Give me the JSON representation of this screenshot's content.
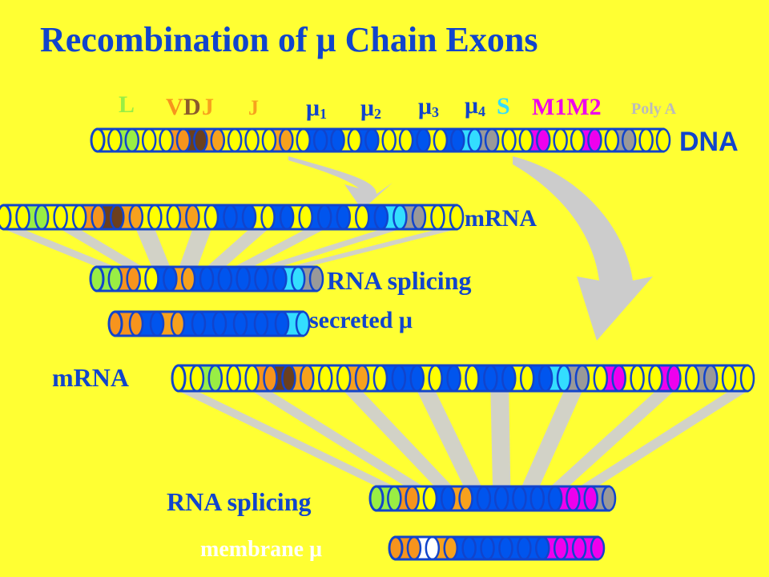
{
  "title": "Recombination of μ Chain Exons",
  "segment_labels": {
    "L": "L",
    "V": "V",
    "D": "D",
    "J": "J",
    "J2": "J",
    "mu": "μ",
    "mu1_sub": "1",
    "mu2_sub": "2",
    "mu3_sub": "3",
    "mu4_sub": "4",
    "S": "S",
    "M1M2": "M1M2",
    "polyA": "Poly A"
  },
  "row_labels": {
    "dna": "DNA",
    "mrna_top": "mRNA",
    "rna_splicing_top": "RNA splicing",
    "secreted": "secreted μ",
    "mrna_bottom": "mRNA",
    "rna_splicing_bottom": "RNA splicing",
    "membrane": "membrane μ"
  },
  "colors": {
    "background": "#FFFF33",
    "tube_fill": "#FFFF00",
    "outline": "#1144CC",
    "leader": "#99EE44",
    "variable": "#F7941D",
    "diversity": "#6B3F1E",
    "joining": "#F7A11D",
    "constant_mu": "#0055EE",
    "switch": "#33DDFF",
    "gray_exon": "#999999",
    "membrane_exon": "#EE00EE",
    "arrow": "#CCCCCC"
  },
  "rows": {
    "dna": [
      "yellow",
      "leader",
      "yellow",
      "yellow",
      "variable",
      "diversity",
      "joining",
      "yellow",
      "yellow",
      "yellow",
      "joining",
      "yellow",
      "constant_mu",
      "constant_mu",
      "yellow",
      "constant_mu",
      "yellow",
      "yellow",
      "constant_mu",
      "yellow",
      "constant_mu",
      "switch",
      "gray_exon",
      "yellow",
      "yellow",
      "membrane_exon",
      "yellow",
      "yellow",
      "membrane_exon",
      "yellow",
      "gray_exon",
      "yellow",
      "yellow"
    ],
    "mrna_top": [
      "yellow",
      "leader",
      "yellow",
      "yellow",
      "variable",
      "diversity",
      "joining",
      "yellow",
      "yellow",
      "joining",
      "yellow",
      "constant_mu",
      "constant_mu",
      "yellow",
      "constant_mu",
      "yellow",
      "constant_mu",
      "constant_mu",
      "yellow",
      "constant_mu",
      "switch",
      "gray_exon",
      "yellow",
      "yellow"
    ],
    "rna_splicing_top": [
      "leader",
      "variable",
      "yellow",
      "constant_mu",
      "joining",
      "constant_mu",
      "constant_mu",
      "constant_mu",
      "constant_mu",
      "constant_mu",
      "switch",
      "gray_exon"
    ],
    "secreted": [
      "variable",
      "constant_mu",
      "joining",
      "constant_mu",
      "constant_mu",
      "constant_mu",
      "constant_mu",
      "constant_mu",
      "switch"
    ],
    "mrna_bottom": [
      "yellow",
      "leader",
      "yellow",
      "yellow",
      "variable",
      "diversity",
      "joining",
      "yellow",
      "yellow",
      "joining",
      "yellow",
      "constant_mu",
      "constant_mu",
      "yellow",
      "constant_mu",
      "yellow",
      "constant_mu",
      "constant_mu",
      "yellow",
      "constant_mu",
      "switch",
      "gray_exon",
      "yellow",
      "membrane_exon",
      "yellow",
      "yellow",
      "membrane_exon",
      "yellow",
      "gray_exon",
      "yellow",
      "yellow"
    ],
    "rna_splicing_bottom": [
      "leader",
      "variable",
      "yellow",
      "constant_mu",
      "joining",
      "constant_mu",
      "constant_mu",
      "constant_mu",
      "constant_mu",
      "constant_mu",
      "membrane_exon",
      "membrane_exon",
      "gray_exon"
    ],
    "membrane": [
      "variable",
      "white",
      "joining",
      "constant_mu",
      "constant_mu",
      "constant_mu",
      "constant_mu",
      "constant_mu",
      "membrane_exon",
      "membrane_exon",
      "membrane_exon"
    ]
  }
}
